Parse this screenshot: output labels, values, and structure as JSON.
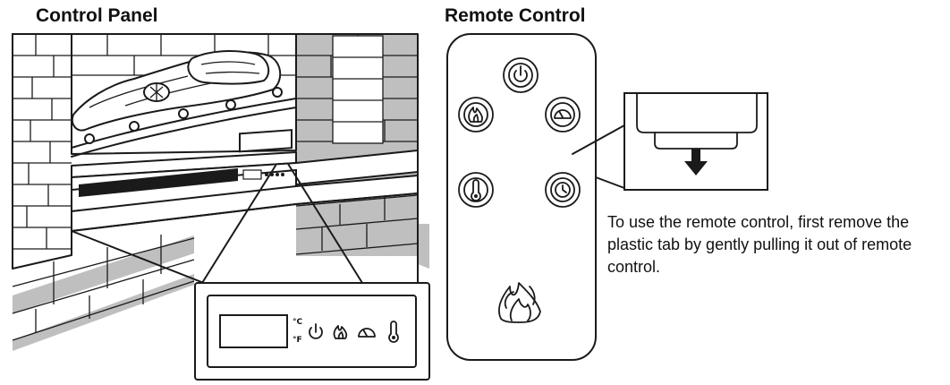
{
  "panels": {
    "control_panel": {
      "title": "Control Panel",
      "units": {
        "celsius": "°C",
        "fahrenheit": "°F"
      },
      "icons": [
        "power-icon",
        "flame-icon",
        "speed-gauge-icon",
        "thermometer-icon"
      ]
    },
    "remote_control": {
      "title": "Remote Control",
      "icons": [
        "power-icon",
        "flame-icon",
        "speed-gauge-icon",
        "thermometer-icon",
        "clock-icon",
        "flame-logo-icon"
      ]
    }
  },
  "instruction": {
    "text": "To use the remote control, first remove the plastic tab by gently pulling it out of remote control."
  }
}
